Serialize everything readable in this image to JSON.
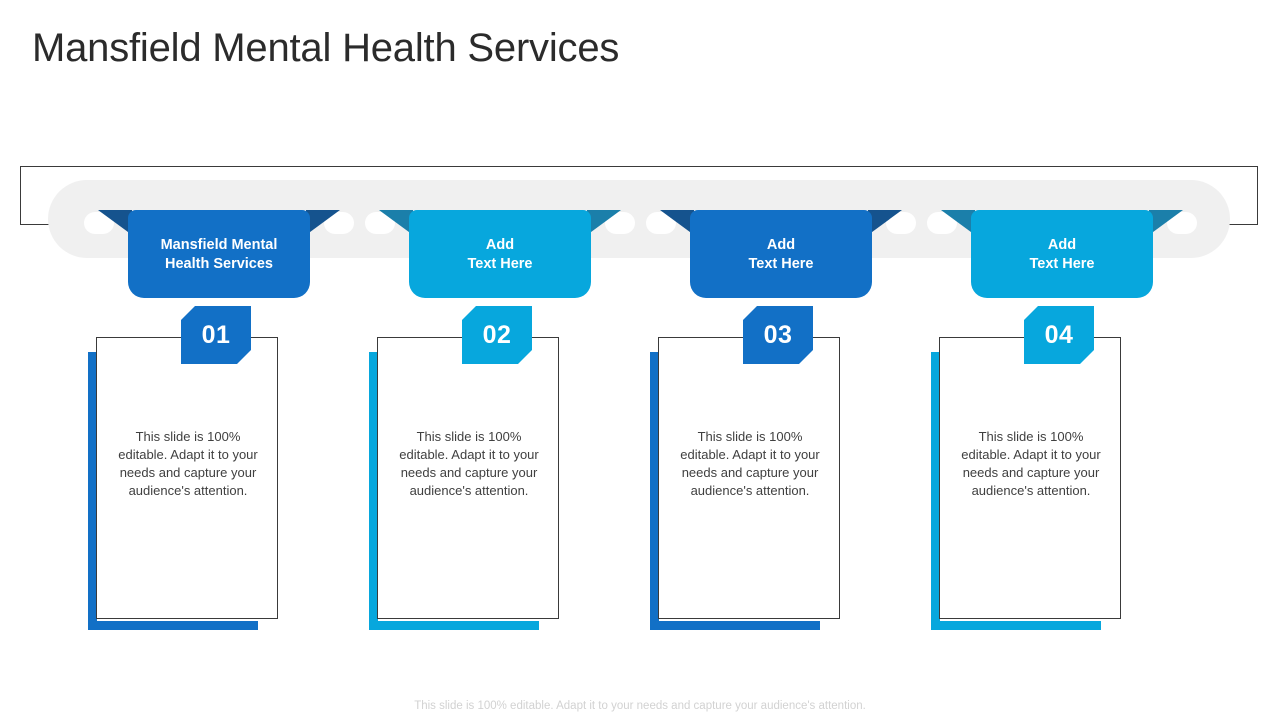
{
  "slide": {
    "title": "Mansfield Mental Health Services",
    "footer_note": "This slide is 100% editable. Adapt it to your needs and capture your audience's attention."
  },
  "theme": {
    "dark_blue": "#1270C6",
    "dark_blue_wing": "#15538E",
    "cyan": "#07A7DD",
    "cyan_wing": "#1B7FAA",
    "grey_panel": "#F0F0F0",
    "outline": "#3A3A3A",
    "body_text": "#404040",
    "footer_text": "#D2D2D2",
    "title_text": "#2B2B2B"
  },
  "cards": [
    {
      "number": "01",
      "heading": "Mansfield Mental\nHealth Services",
      "body": "This slide is 100% editable. Adapt it to your needs and capture your audience's attention.",
      "color": "#1270C6",
      "wing_color": "#15538E"
    },
    {
      "number": "02",
      "heading": "Add\nText Here",
      "body": "This slide is 100% editable. Adapt it to your needs and capture your audience's attention.",
      "color": "#07A7DD",
      "wing_color": "#1B7FAA"
    },
    {
      "number": "03",
      "heading": "Add\nText Here",
      "body": "This slide is 100% editable. Adapt it to your needs and capture your audience's attention.",
      "color": "#1270C6",
      "wing_color": "#15538E"
    },
    {
      "number": "04",
      "heading": "Add\nText Here",
      "body": "This slide is 100% editable. Adapt it to your needs and capture your audience's attention.",
      "color": "#07A7DD",
      "wing_color": "#1B7FAA"
    }
  ]
}
